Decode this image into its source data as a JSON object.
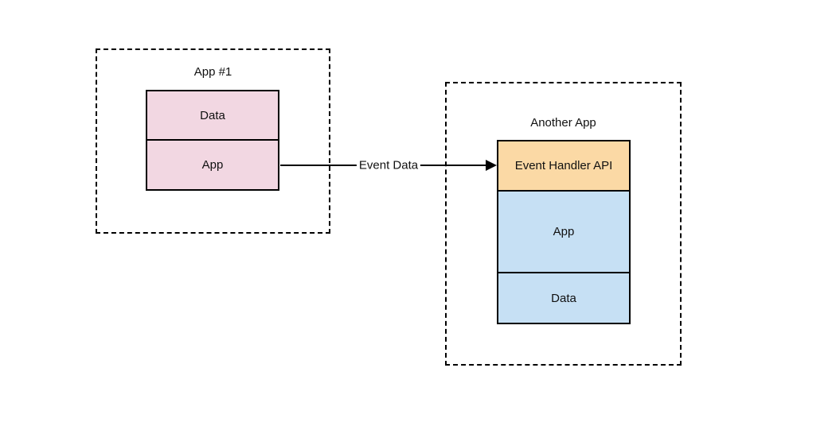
{
  "diagram": {
    "background_color": "#ffffff",
    "stroke_color": "#000000",
    "left_group": {
      "title": "App #1",
      "fill_color": "#f2d7e2",
      "cells": [
        {
          "label": "Data"
        },
        {
          "label": "App"
        }
      ]
    },
    "right_group": {
      "title": "Another App",
      "cells": [
        {
          "label": "Event Handler API",
          "fill_color": "#fbd9a5"
        },
        {
          "label": "App",
          "fill_color": "#c6e0f4"
        },
        {
          "label": "Data",
          "fill_color": "#c6e0f4"
        }
      ]
    },
    "arrow": {
      "label": "Event Data",
      "direction": "left-to-right"
    }
  }
}
